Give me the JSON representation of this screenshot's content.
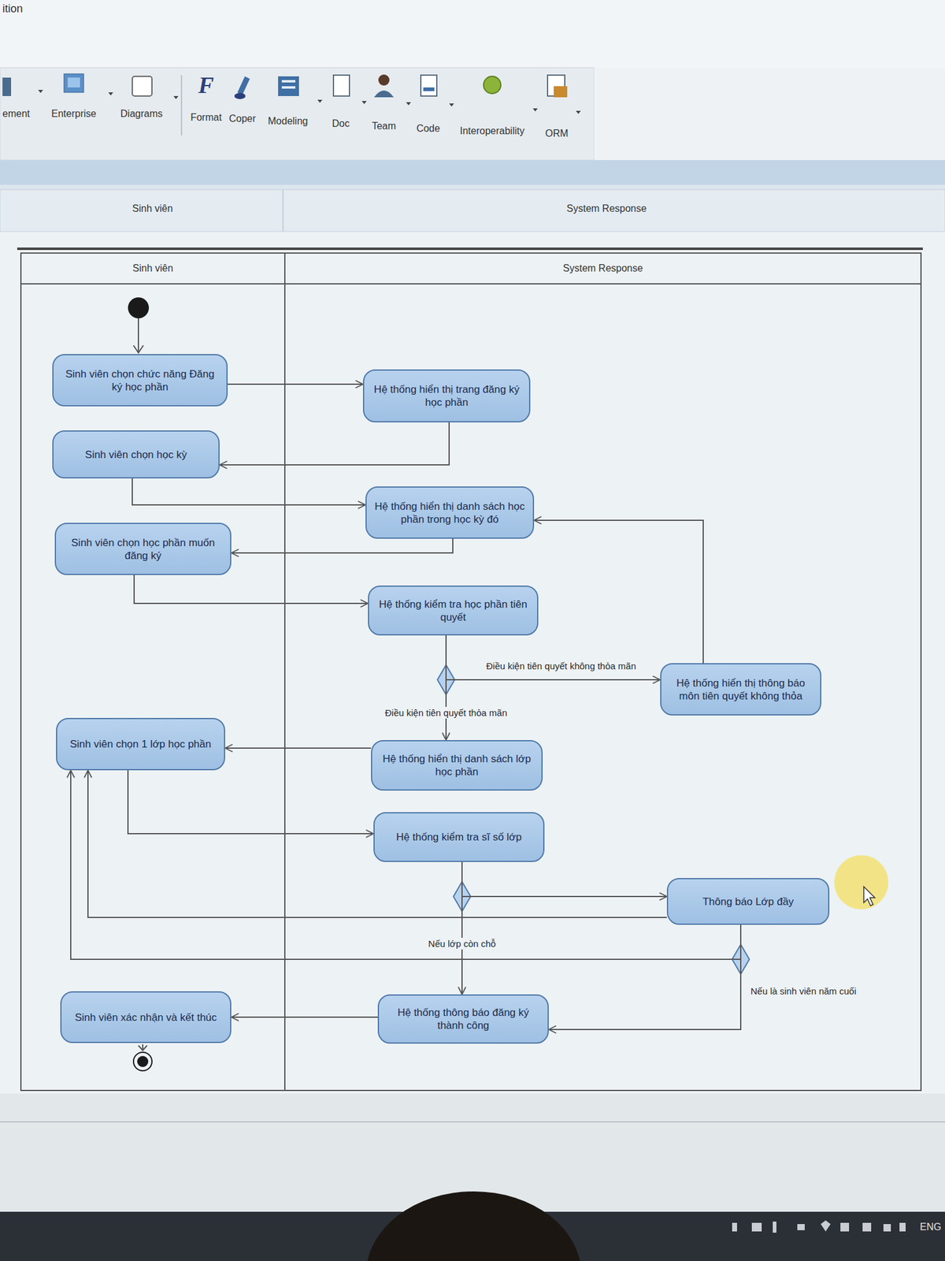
{
  "diagram": {
    "nodes": [
      {
        "text": [
          "Sinh viên"
        ]
      },
      {
        "text": [
          "System Response"
        ]
      },
      {
        "text": [
          "Sinh viên chọn chức năng Đăng ký học phần"
        ],
        "in": 0
      },
      {
        "text": [
          "Hệ thống hiển thị trang đăng ký học phần"
        ],
        "in": 1
      },
      {
        "text": [
          "Sinh viên chọn học kỳ"
        ],
        "in": 0
      },
      {
        "text": [
          "Hệ thống hiển thị danh sách học phần trong học kỳ đó"
        ],
        "in": 1
      },
      {
        "text": [
          "Sinh viên chọn học phần muốn đăng ký"
        ],
        "in": 0
      },
      {
        "text": [
          "Hệ thống kiểm tra học phần tiên quyết"
        ],
        "in": 1
      },
      {
        "text": [
          "Hệ thống hiển thị thông báo môn tiên quyết không thỏa"
        ],
        "in": 1
      },
      {
        "text": [
          "Sinh viên chọn 1 lớp học phần"
        ],
        "in": 0
      },
      {
        "text": [
          "Hệ thống hiển thị danh sách lớp học phần"
        ],
        "in": 1
      },
      {
        "text": [
          "Hệ thống kiểm tra sĩ số lớp"
        ],
        "in": 1
      },
      {
        "text": [
          "Thông báo Lớp đầy"
        ],
        "in": 1
      },
      {
        "text": [
          "Sinh viên xác nhận và kết thúc"
        ],
        "in": 0
      },
      {
        "text": [
          "Hệ thống thông báo đăng ký thành công"
        ],
        "in": 1
      }
    ],
    "edges": [
      {
        "from": 2,
        "to": 3,
        "arrow": "to"
      },
      {
        "from": 3,
        "to": 4,
        "arrow": "to"
      },
      {
        "from": 4,
        "to": 5,
        "arrow": "to"
      },
      {
        "from": 5,
        "to": 6,
        "arrow": "to"
      },
      {
        "from": 6,
        "to": 7,
        "arrow": "to"
      },
      {
        "from": 7,
        "to": 8,
        "label": "Điều kiện tiên quyết không thỏa mãn",
        "arrow": "to"
      },
      {
        "from": 7,
        "to": 10,
        "label": "Điều kiện tiên quyết thỏa mãn",
        "arrow": "to"
      },
      {
        "from": 8,
        "to": 5,
        "arrow": "to"
      },
      {
        "from": 10,
        "to": 9,
        "arrow": "to"
      },
      {
        "from": 9,
        "to": 11,
        "arrow": "to"
      },
      {
        "from": 11,
        "to": 12,
        "arrow": "to"
      },
      {
        "from": 11,
        "to": 14,
        "label": "Nếu lớp còn chỗ",
        "arrow": "to"
      },
      {
        "from": 12,
        "to": 9,
        "arrow": "to"
      },
      {
        "from": 12,
        "to": 9,
        "arrow": "to"
      },
      {
        "from": 12,
        "to": 14,
        "label": "Nếu là sinh viên năm cuối",
        "arrow": "to"
      },
      {
        "from": 14,
        "to": 13,
        "arrow": "to"
      }
    ],
    "labels": [
      "ition",
      "ement",
      "Enterprise",
      "Diagrams",
      "F",
      "Format",
      "Coper",
      "Modeling",
      "Doc",
      "Team",
      "Code",
      "Interoperability",
      "ORM",
      "Sinh viên",
      "System Response",
      "ENG"
    ]
  }
}
